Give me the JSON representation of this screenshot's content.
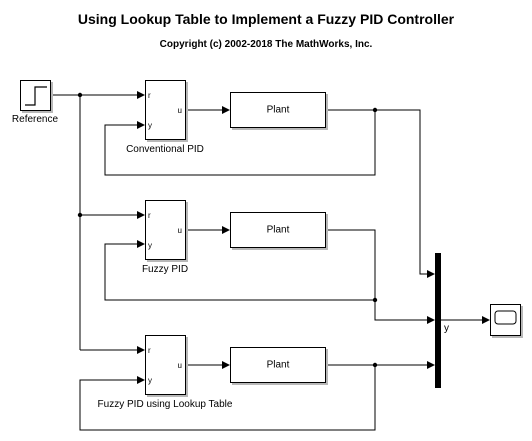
{
  "title": "Using Lookup Table to Implement a Fuzzy PID Controller",
  "copyright": "Copyright (c) 2002-2018 The MathWorks, Inc.",
  "source": {
    "label": "Reference",
    "icon": "step-icon"
  },
  "controllers": [
    {
      "label": "Conventional PID",
      "in_r": "r",
      "in_y": "y",
      "out_u": "u"
    },
    {
      "label": "Fuzzy PID",
      "in_r": "r",
      "in_y": "y",
      "out_u": "u"
    },
    {
      "label": "Fuzzy PID using Lookup Table",
      "in_r": "r",
      "in_y": "y",
      "out_u": "u"
    }
  ],
  "plants": [
    {
      "label": "Plant"
    },
    {
      "label": "Plant"
    },
    {
      "label": "Plant"
    }
  ],
  "mux_signal_label": "y",
  "scope": {
    "icon": "scope-icon"
  },
  "colors": {
    "line": "#000000",
    "shadow": "#b8b8b8",
    "background": "#ffffff"
  }
}
